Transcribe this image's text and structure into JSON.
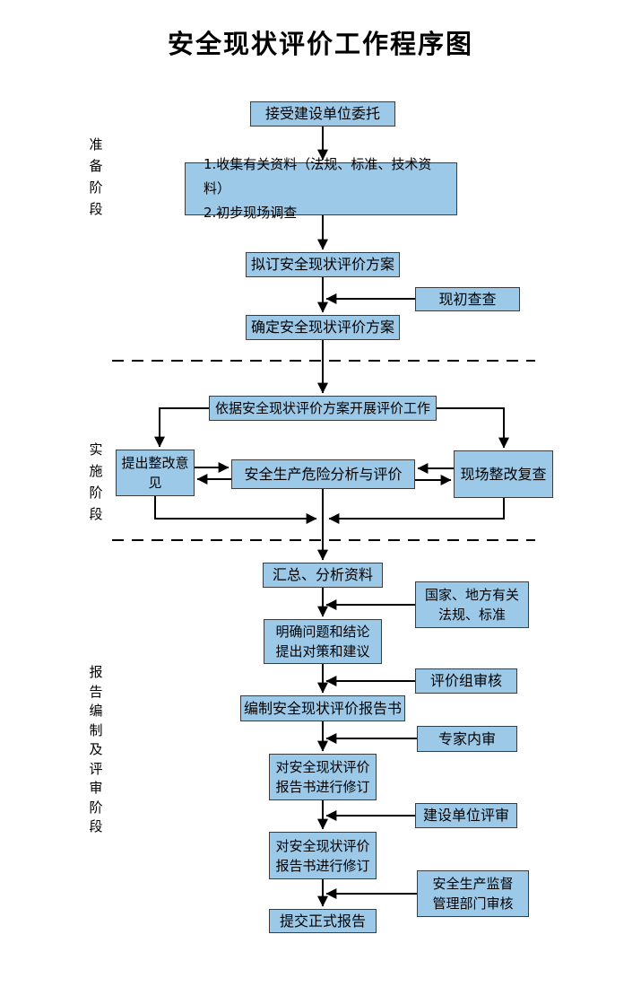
{
  "title": "安全现状评价工作程序图",
  "colors": {
    "box_fill": "#9DC9E8",
    "box_border": "#3c3c3c",
    "connector": "#000000",
    "background": "#ffffff"
  },
  "phases": {
    "preparation": "准备阶段",
    "implementation": "实施阶段",
    "reporting": "报告编制及评审阶段"
  },
  "nodes": {
    "accept": "接受建设单位委托",
    "collect_line1": "1.收集有关资料（法规、标准、技术资料）",
    "collect_line2": "2.初步现场调查",
    "draft_plan": "拟订安全现状评价方案",
    "initial_check": "现初查查",
    "confirm_plan": "确定安全现状评价方案",
    "carry_out": "依据安全现状评价方案开展评价工作",
    "propose": "提出整改意见",
    "analysis": "安全生产危险分析与评价",
    "recheck": "现场整改复查",
    "summarize": "汇总、分析资料",
    "laws_line1": "国家、地方有关",
    "laws_line2": "法规、标准",
    "clarify_line1": "明确问题和结论",
    "clarify_line2": "提出对策和建议",
    "group_review": "评价组审核",
    "compile": "编制安全现状评价报告书",
    "expert_review": "专家内审",
    "revise1_line1": "对安全现状评价",
    "revise1_line2": "报告书进行修订",
    "client_review": "建设单位评审",
    "revise2_line1": "对安全现状评价",
    "revise2_line2": "报告书进行修订",
    "authority_line1": "安全生产监督",
    "authority_line2": "管理部门审核",
    "submit": "提交正式报告"
  }
}
